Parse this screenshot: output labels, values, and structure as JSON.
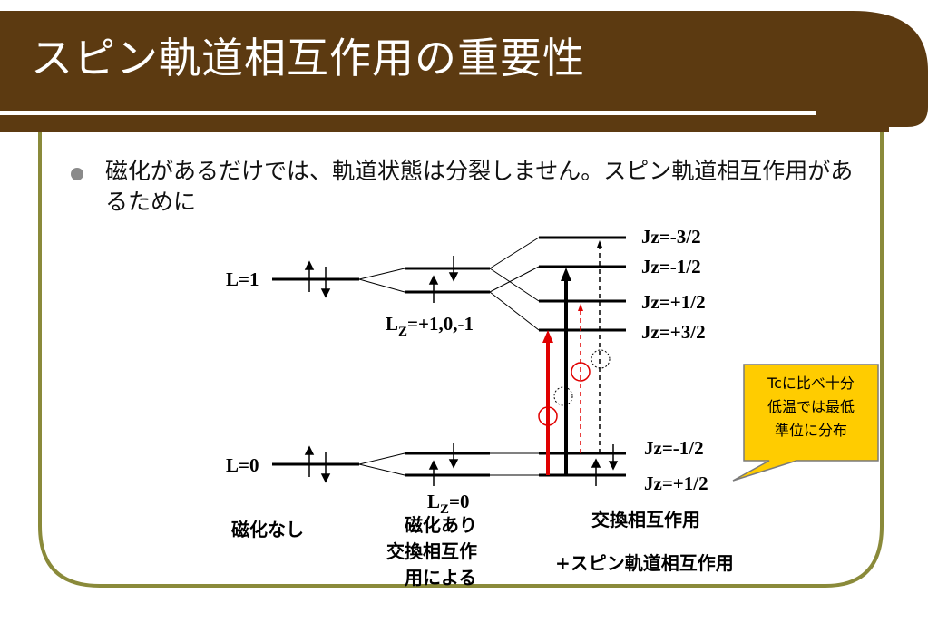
{
  "slide": {
    "title": "スピン軌道相互作用の重要性",
    "bullet_text": "磁化があるだけでは、軌道状態は分裂しません。スピン軌道相互作用があるために"
  },
  "diagram": {
    "levels": {
      "l1": "L=1",
      "l0": "L=0",
      "lz_p": "L",
      "lz_p_sub": "Z",
      "lz_p_rest": "=+1,0,-1",
      "lz_s": "L",
      "lz_s_sub": "Z",
      "lz_s_rest": "=0"
    },
    "jz_labels": [
      "Jz=-3/2",
      "Jz=-1/2",
      "Jz=+1/2",
      "Jz=+3/2",
      "Jz=-1/2",
      "Jz=+1/2"
    ],
    "column_labels": {
      "no_magnet": "磁化なし",
      "magnet_1": "磁化あり",
      "magnet_2": "交換相互作",
      "magnet_3": "用による",
      "exchange": "交換相互作用",
      "exchange_soc": "+スピン軌道相互作用"
    },
    "callout": {
      "line1": "Tcに比べ十分",
      "line2": "低温では最低",
      "line3": "準位に分布"
    },
    "colors": {
      "title_bar": "#5c3a11",
      "frame": "#8a8a3a",
      "red_arrow": "#e00000",
      "callout_fill": "#ffcc00"
    }
  }
}
